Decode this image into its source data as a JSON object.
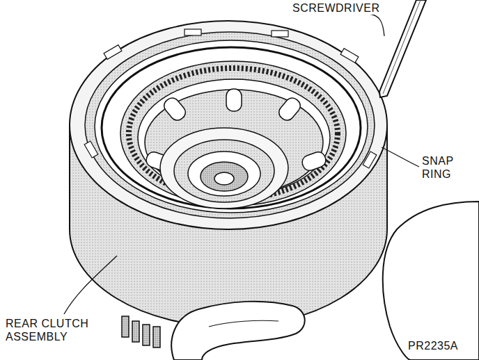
{
  "diagram": {
    "labels": [
      "SCREWDRIVER",
      "SNAP RING",
      "REAR CLUTCH ASSEMBLY",
      "PR2235A"
    ]
  }
}
